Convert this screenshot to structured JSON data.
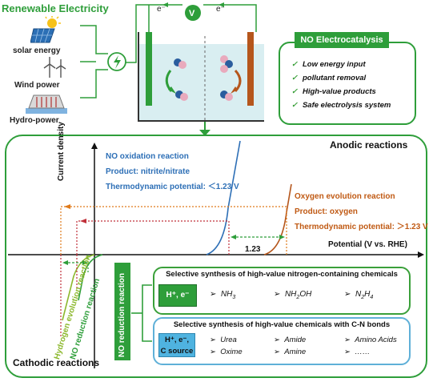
{
  "top": {
    "renewable_title": "Renewable Electricity",
    "sources": [
      "solar energy",
      "Wind power",
      "Hydro-power"
    ],
    "electron_label": "e⁻",
    "voltmeter_label": "V"
  },
  "benefits": {
    "title": "NO Electrocatalysis",
    "items": [
      "Low energy input",
      "pollutant removal",
      "High-value products",
      "Safe electrolysis system"
    ]
  },
  "plot": {
    "anodic_label": "Anodic reactions",
    "cathodic_label": "Cathodic reactions",
    "y_axis_label": "Current density",
    "x_axis_label": "Potential (V vs. RHE)",
    "tick_label": "1.23",
    "no_oxidation": [
      "NO oxidation reaction",
      "Product: nitrite/nitrate",
      "Thermodynamic potential: ＜1.23 V"
    ],
    "oer": [
      "Oxygen evolution reaction",
      "Product: oxygen",
      "Thermodynamic potential: ＞1.23 V"
    ],
    "her_label": "Hydrogen evolution reaction",
    "norr_curve_label": "NO reduction reaction",
    "norr_side_label": "NO reduction reaction"
  },
  "synthesis": {
    "nitrogen_box_title": "Selective synthesis of high-value nitrogen-containing chemicals",
    "nitrogen_reagent": "H⁺, e⁻",
    "nitrogen_products": [
      {
        "main": "NH",
        "sub": "3",
        "tail": ""
      },
      {
        "main": "NH",
        "sub": "2",
        "tail": "OH"
      },
      {
        "main": "N",
        "sub": "2",
        "tail": "H",
        "sub2": "4"
      }
    ],
    "cn_box_title": "Selective synthesis of high-value chemicals with C-N bonds",
    "cn_reagent": [
      "H⁺, e⁻,",
      "C source"
    ],
    "cn_products": [
      "Urea",
      "Amide",
      "Amino Acids",
      "Oxime",
      "Amine",
      "……"
    ],
    "bullet": "➢"
  }
}
